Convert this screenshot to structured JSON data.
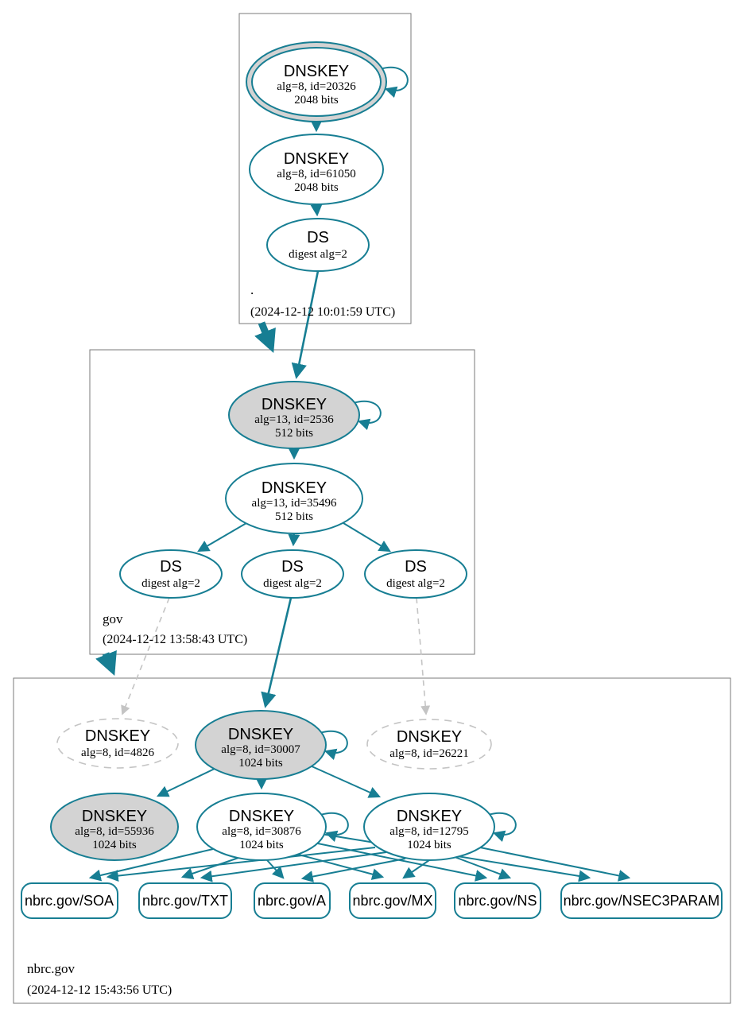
{
  "zones": [
    {
      "label": ".",
      "timestamp": "(2024-12-12 10:01:59 UTC)"
    },
    {
      "label": "gov",
      "timestamp": "(2024-12-12 13:58:43 UTC)"
    },
    {
      "label": "nbrc.gov",
      "timestamp": "(2024-12-12 15:43:56 UTC)"
    }
  ],
  "nodes": {
    "root_ksk": {
      "title": "DNSKEY",
      "detail": "alg=8, id=20326",
      "bits": "2048 bits"
    },
    "root_zsk": {
      "title": "DNSKEY",
      "detail": "alg=8, id=61050",
      "bits": "2048 bits"
    },
    "root_ds": {
      "title": "DS",
      "detail": "digest alg=2"
    },
    "gov_ksk": {
      "title": "DNSKEY",
      "detail": "alg=13, id=2536",
      "bits": "512 bits"
    },
    "gov_zsk": {
      "title": "DNSKEY",
      "detail": "alg=13, id=35496",
      "bits": "512 bits"
    },
    "gov_ds1": {
      "title": "DS",
      "detail": "digest alg=2"
    },
    "gov_ds2": {
      "title": "DS",
      "detail": "digest alg=2"
    },
    "gov_ds3": {
      "title": "DS",
      "detail": "digest alg=2"
    },
    "nbrc_key_4826": {
      "title": "DNSKEY",
      "detail": "alg=8, id=4826"
    },
    "nbrc_key_30007": {
      "title": "DNSKEY",
      "detail": "alg=8, id=30007",
      "bits": "1024 bits"
    },
    "nbrc_key_26221": {
      "title": "DNSKEY",
      "detail": "alg=8, id=26221"
    },
    "nbrc_key_55936": {
      "title": "DNSKEY",
      "detail": "alg=8, id=55936",
      "bits": "1024 bits"
    },
    "nbrc_key_30876": {
      "title": "DNSKEY",
      "detail": "alg=8, id=30876",
      "bits": "1024 bits"
    },
    "nbrc_key_12795": {
      "title": "DNSKEY",
      "detail": "alg=8, id=12795",
      "bits": "1024 bits"
    }
  },
  "records": [
    "nbrc.gov/SOA",
    "nbrc.gov/TXT",
    "nbrc.gov/A",
    "nbrc.gov/MX",
    "nbrc.gov/NS",
    "nbrc.gov/NSEC3PARAM"
  ],
  "colors": {
    "secure_teal": "#177e93",
    "insecure_gray": "#c4c4c4",
    "key_fill_gray": "#d3d3d3",
    "zone_border_gray": "#7a7a7a"
  }
}
